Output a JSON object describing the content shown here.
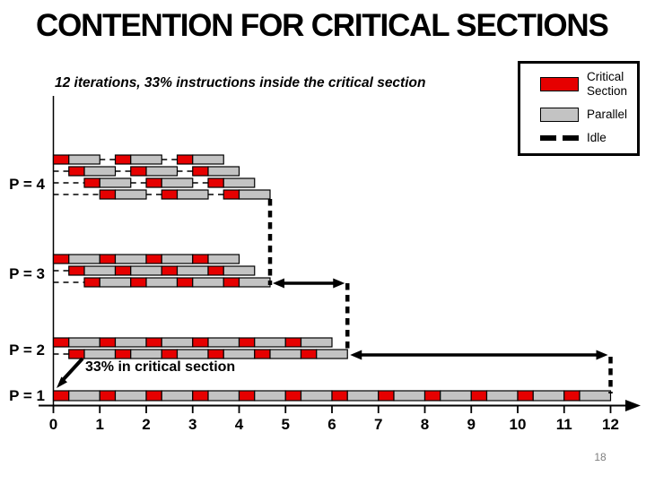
{
  "slide": {
    "title": "CONTENTION FOR CRITICAL SECTIONS",
    "subtitle": "12 iterations, 33% instructions inside the critical section",
    "page_number": "18"
  },
  "legend": {
    "critical_label": "Critical Section",
    "parallel_label": "Parallel",
    "idle_label": "Idle"
  },
  "annotation": "33% in critical section",
  "colors": {
    "critical": "#e60000",
    "parallel": "#c3c3c3",
    "bar_border": "#000000",
    "idle_line": "#000000",
    "page_number": "#7f7f7f"
  },
  "chart_data": {
    "type": "gantt-timeline",
    "x_axis": {
      "min": 0,
      "max": 12,
      "tick_labels": [
        "0",
        "1",
        "2",
        "3",
        "4",
        "5",
        "6",
        "7",
        "8",
        "9",
        "10",
        "11",
        "12"
      ]
    },
    "iteration_model": {
      "critical_fraction": 0.3333,
      "parallel_fraction": 0.6667
    },
    "groups": [
      {
        "label": "P = 4",
        "finish_time": 4.6667,
        "lanes": [
          {
            "start": 0,
            "iterations": 3,
            "period": 1.3333
          },
          {
            "start": 0.3333,
            "iterations": 3,
            "period": 1.3333
          },
          {
            "start": 0.6667,
            "iterations": 3,
            "period": 1.3333
          },
          {
            "start": 1.0,
            "iterations": 3,
            "period": 1.3333
          }
        ]
      },
      {
        "label": "P = 3",
        "finish_time": 4.6667,
        "lanes": [
          {
            "start": 0,
            "iterations": 4,
            "period": 1.0
          },
          {
            "start": 0.3333,
            "iterations": 4,
            "period": 1.0
          },
          {
            "start": 0.6667,
            "iterations": 4,
            "period": 1.0
          }
        ]
      },
      {
        "label": "P = 2",
        "finish_time": 6.3333,
        "lanes": [
          {
            "start": 0,
            "iterations": 6,
            "period": 1.0
          },
          {
            "start": 0.3333,
            "iterations": 6,
            "period": 1.0
          }
        ]
      },
      {
        "label": "P = 1",
        "finish_time": 12,
        "lanes": [
          {
            "start": 0,
            "iterations": 12,
            "period": 1.0
          }
        ]
      }
    ],
    "gap_arrows": [
      {
        "from_t": 4.6667,
        "to_t": 6.3333
      },
      {
        "from_t": 6.3333,
        "to_t": 12
      }
    ]
  }
}
